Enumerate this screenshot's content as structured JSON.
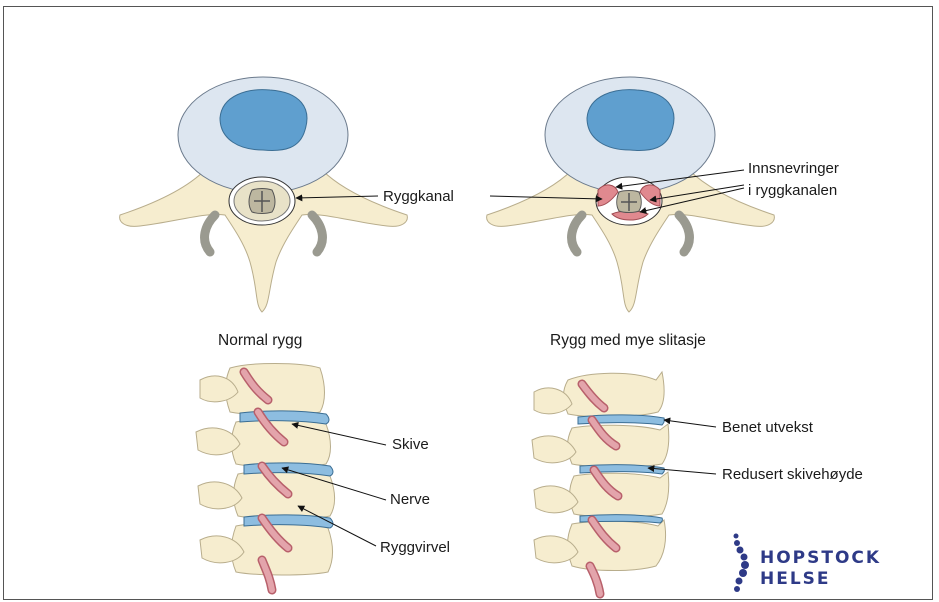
{
  "captions": {
    "normal": "Normal rygg",
    "worn": "Rygg med mye slitasje"
  },
  "labels": {
    "canal": "Ryggkanal",
    "narrowing_line1": "Innsnevringer",
    "narrowing_line2": "i ryggkanalen",
    "disc": "Skive",
    "nerve": "Nerve",
    "vertebra": "Ryggvirvel",
    "bone_spur": "Benet utvekst",
    "reduced_disc": "Redusert skivehøyde"
  },
  "logo": {
    "line1": "HOPSTOCK",
    "line2": "HELSE"
  },
  "colors": {
    "bone": "#f6edcf",
    "disc_outer": "#dde6f0",
    "disc_inner": "#5f9fcf",
    "nerve": "#d98a92",
    "narrowing": "#e0898f",
    "logo": "#2e3a87"
  }
}
